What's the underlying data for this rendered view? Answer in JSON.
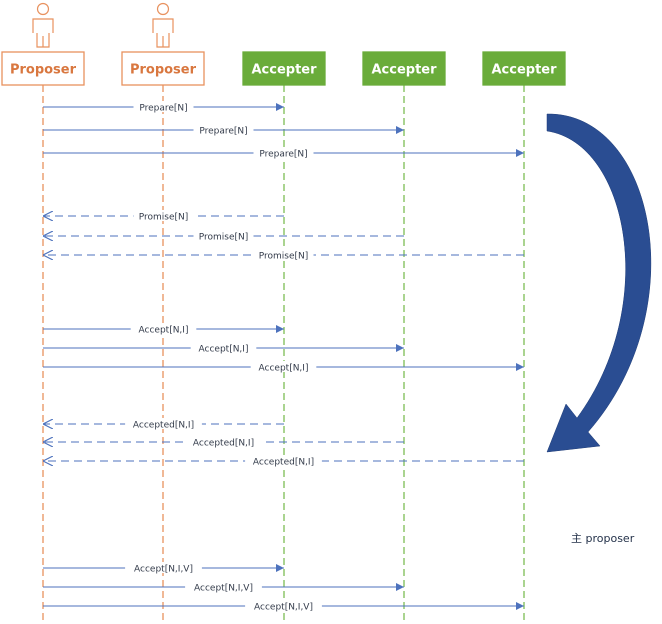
{
  "colors": {
    "proposer": "#e8915e",
    "proposer_text": "#d9773f",
    "accepter_fill": "#6aac3a",
    "accepter_text": "#ffffff",
    "accepter_line": "#7cbc55",
    "message": "#4d72bd",
    "big_arrow": "#2a4d92"
  },
  "participants": [
    {
      "id": "p1",
      "kind": "proposer",
      "label": "Proposer",
      "actor": true
    },
    {
      "id": "p2",
      "kind": "proposer",
      "label": "Proposer",
      "actor": true
    },
    {
      "id": "a1",
      "kind": "accepter",
      "label": "Accepter",
      "actor": false
    },
    {
      "id": "a2",
      "kind": "accepter",
      "label": "Accepter",
      "actor": false
    },
    {
      "id": "a3",
      "kind": "accepter",
      "label": "Accepter",
      "actor": false
    }
  ],
  "messages": [
    {
      "from": "p1",
      "to": "a1",
      "label": "Prepare[N]",
      "style": "solid"
    },
    {
      "from": "p1",
      "to": "a2",
      "label": "Prepare[N]",
      "style": "solid"
    },
    {
      "from": "p1",
      "to": "a3",
      "label": "Prepare[N]",
      "style": "solid"
    },
    {
      "from": "a1",
      "to": "p1",
      "label": "Promise[N]",
      "style": "dashed"
    },
    {
      "from": "a2",
      "to": "p1",
      "label": "Promise[N]",
      "style": "dashed"
    },
    {
      "from": "a3",
      "to": "p1",
      "label": "Promise[N]",
      "style": "dashed"
    },
    {
      "from": "p1",
      "to": "a1",
      "label": "Accept[N,I]",
      "style": "solid"
    },
    {
      "from": "p1",
      "to": "a2",
      "label": "Accept[N,I]",
      "style": "solid"
    },
    {
      "from": "p1",
      "to": "a3",
      "label": "Accept[N,I]",
      "style": "solid"
    },
    {
      "from": "a1",
      "to": "p1",
      "label": "Accepted[N,I]",
      "style": "dashed"
    },
    {
      "from": "a2",
      "to": "p1",
      "label": "Accepted[N,I]",
      "style": "dashed"
    },
    {
      "from": "a3",
      "to": "p1",
      "label": "Accepted[N,I]",
      "style": "dashed"
    },
    {
      "from": "p1",
      "to": "a1",
      "label": "Accept[N,I,V]",
      "style": "solid"
    },
    {
      "from": "p1",
      "to": "a2",
      "label": "Accept[N,I,V]",
      "style": "solid"
    },
    {
      "from": "p1",
      "to": "a3",
      "label": "Accept[N,I,V]",
      "style": "solid"
    }
  ],
  "note": "主 proposer"
}
